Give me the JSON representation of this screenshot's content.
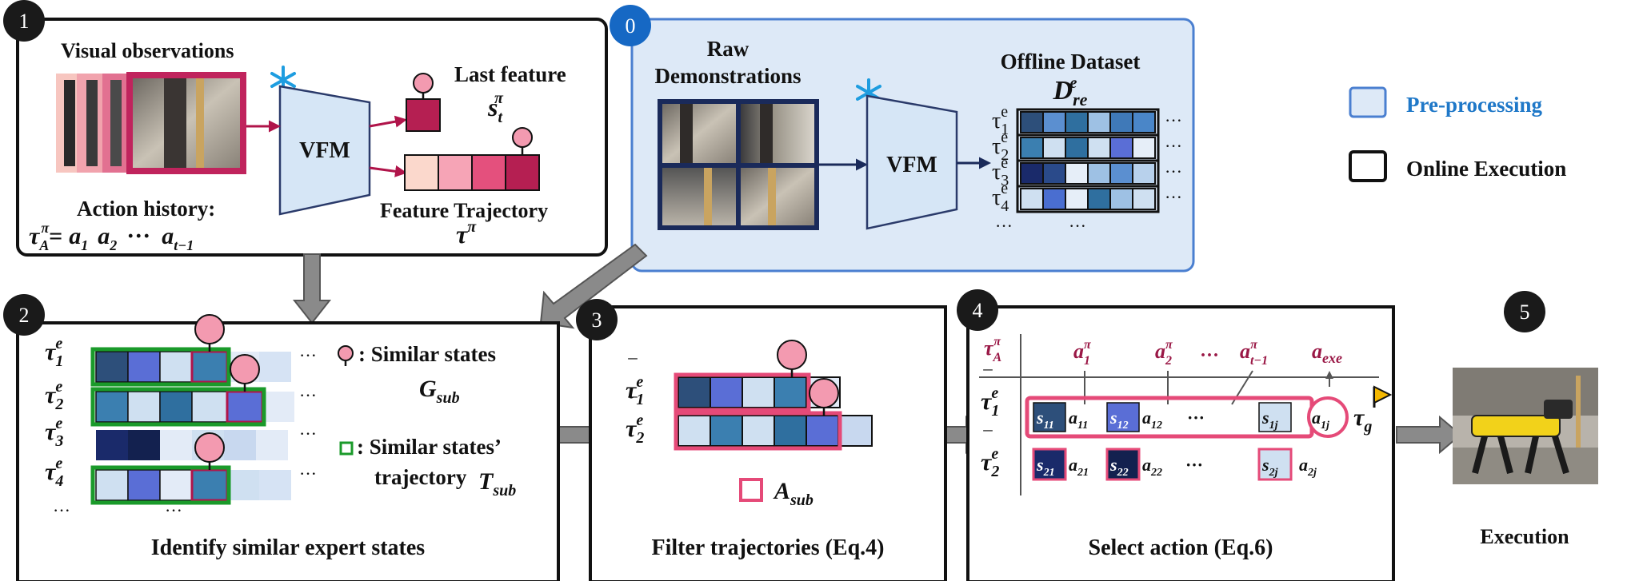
{
  "steps": {
    "s1": "1",
    "s0": "0",
    "s2": "2",
    "s3": "3",
    "s4": "4",
    "s5": "5"
  },
  "legend": {
    "preprocessing": "Pre-processing",
    "online": "Online Execution",
    "preprocessing_color": "#1f78c8"
  },
  "panel1": {
    "visual_obs": "Visual observations",
    "vfm": "VFM",
    "last_feature": "Last feature",
    "last_feature_sym": "s",
    "last_feature_sup": "π",
    "last_feature_sub": "t",
    "action_history": "Action history:",
    "action_seq_tau": "τ",
    "action_seq_sub": "A",
    "action_seq_sup": "π",
    "action_eq": "=",
    "a1": "a",
    "a1_sub": "1",
    "a2": "a",
    "a2_sub": "2",
    "dots": "···",
    "at": "a",
    "at_sub": "t−1",
    "feature_traj": "Feature Trajectory",
    "feature_traj_sym": "τ",
    "feature_traj_sup": "π"
  },
  "panel0": {
    "raw_demo_1": "Raw",
    "raw_demo_2": "Demonstrations",
    "vfm": "VFM",
    "offline_dataset": "Offline Dataset",
    "dataset_sym": "D",
    "dataset_sup": "e",
    "dataset_sub": "re",
    "rows": [
      "τ",
      "τ",
      "τ",
      "τ"
    ],
    "row_subs": [
      "1",
      "2",
      "3",
      "4"
    ],
    "row_sup": "e",
    "ellipsis": "···"
  },
  "panel2": {
    "title": "Identify similar expert states",
    "rows": [
      "1",
      "2",
      "3",
      "4"
    ],
    "sym": "τ",
    "sup": "e",
    "ellipsis": "···",
    "similar_states": ": Similar states",
    "g_sub": "G",
    "g_sub_sub": "sub",
    "similar_traj_1": ": Similar states’",
    "similar_traj_2": "trajectory",
    "t_sub": "T",
    "t_sub_sub": "sub"
  },
  "panel3": {
    "title": "Filter trajectories (Eq.4)",
    "rows": [
      "1",
      "2"
    ],
    "a_sub": "A",
    "a_sub_sub": "sub"
  },
  "panel4": {
    "title": "Select action (Eq.6)",
    "tau_a": "τ",
    "tau_a_sub": "A",
    "tau_a_sup": "π",
    "actions": [
      "1",
      "2",
      "t−1"
    ],
    "a_exe": "exe",
    "ellipsis": "···",
    "tau_g": "τ",
    "tau_g_sub": "g"
  },
  "panel5": {
    "title": "Execution"
  }
}
